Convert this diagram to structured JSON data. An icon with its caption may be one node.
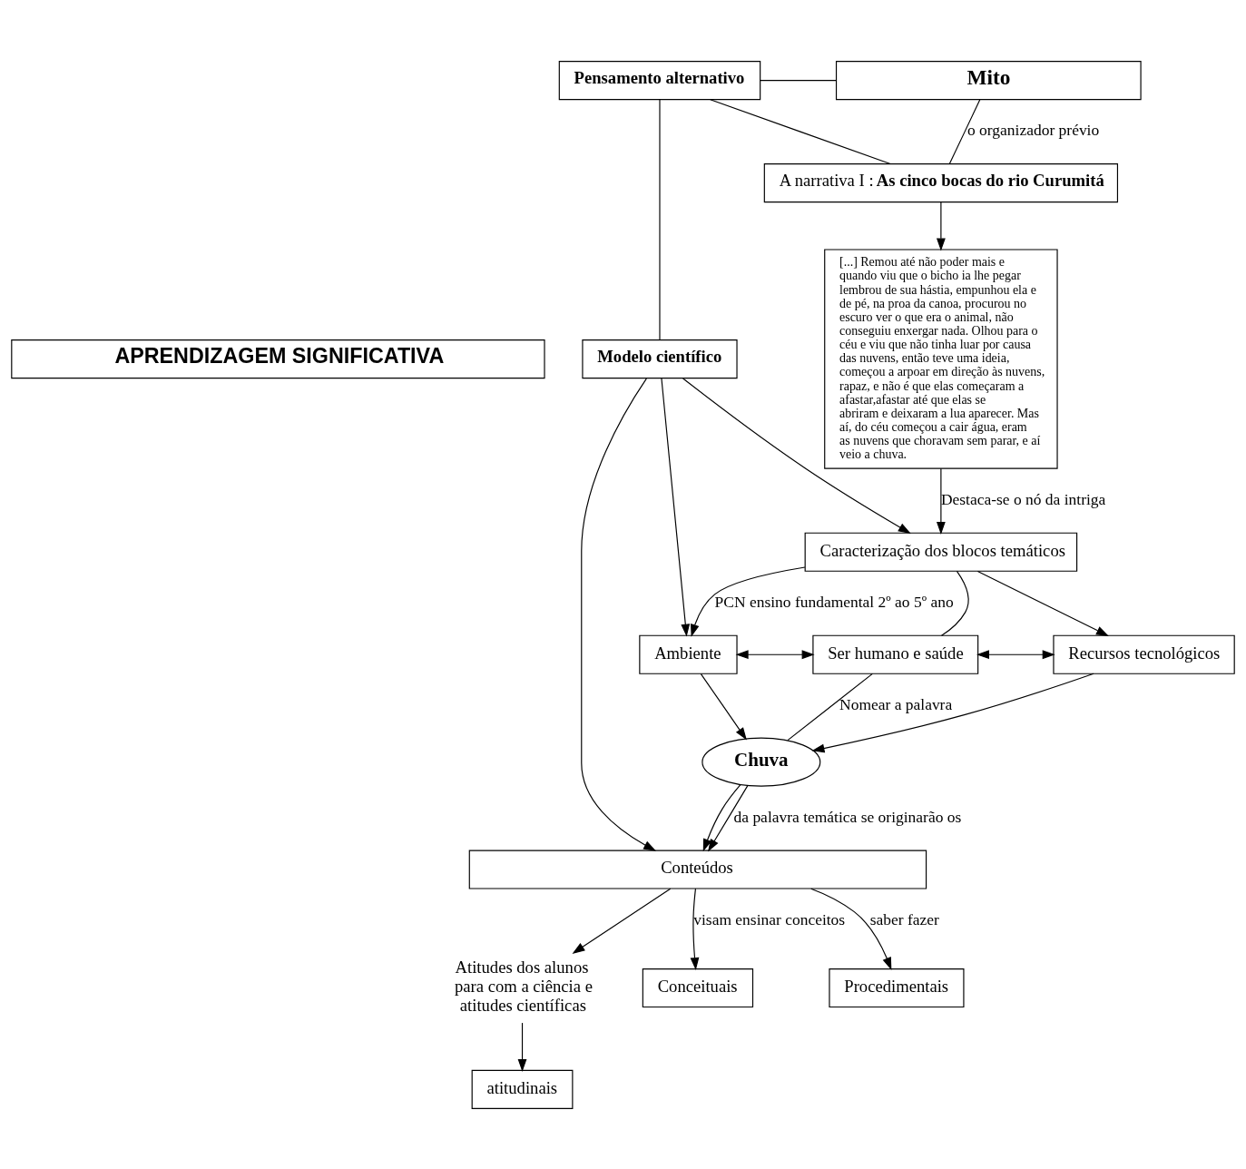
{
  "diagram": {
    "nodes": [
      {
        "text": [
          "APRENDIZAGEM SIGNIFICATIVA"
        ]
      },
      {
        "text": [
          "Mito"
        ]
      },
      {
        "text": [
          "A narrativa I : **As cinco bocas do rio Curumitá**"
        ]
      },
      {
        "text": [
          "Pensamento alternativo"
        ]
      },
      {
        "text": [
          "Modelo científico"
        ]
      },
      {
        "text": [
          "[...] Remou até não poder mais e quando viu que o bicho ia lhe pegar lembrou de sua hástia, empunhou ela e de pé, na proa da canoa, procurou no escuro ver o que era o animal, não conseguiu enxergar nada. Olhou para o céu e viu que não tinha luar por causa das nuvens, então teve uma ideia, começou a arpoar em direção às nuvens, rapaz, e não é que elas começaram a afastar,afastar até que elas se abriram e deixaram a lua aparecer. Mas aí, do céu começou a cair água, eram as nuvens que choravam sem parar, e aí veio a chuva."
        ]
      },
      {
        "text": [
          "Caracterização dos blocos temáticos"
        ]
      },
      {
        "text": [
          "Ambiente"
        ]
      },
      {
        "text": [
          "Ser humano e saúde"
        ]
      },
      {
        "text": [
          "Recursos tecnológicos"
        ]
      },
      {
        "text": [
          "Chuva"
        ]
      },
      {
        "text": [
          "Conteúdos"
        ]
      },
      {
        "text": [
          "Atitudes dos alunos para com a ciência e atitudes científicas"
        ]
      },
      {
        "text": [
          "Conceituais"
        ]
      },
      {
        "text": [
          "Procedimentais"
        ]
      },
      {
        "text": [
          "atitudinais"
        ]
      }
    ],
    "edges": [
      {
        "from": 3,
        "to": 1,
        "arrow": "none"
      },
      {
        "from": 3,
        "to": 2,
        "arrow": "none"
      },
      {
        "from": 1,
        "to": 2,
        "arrow": "none",
        "label": "o organizador prévio"
      },
      {
        "from": 3,
        "to": 4,
        "arrow": "none"
      },
      {
        "from": 2,
        "to": 5,
        "arrow": "to"
      },
      {
        "from": 5,
        "to": 6,
        "arrow": "to",
        "label": "Destaca-se o nó da intriga"
      },
      {
        "from": 4,
        "to": 6,
        "arrow": "to"
      },
      {
        "from": 4,
        "to": 7,
        "arrow": "to"
      },
      {
        "from": 4,
        "to": 11,
        "arrow": "to"
      },
      {
        "from": 6,
        "to": 7,
        "arrow": "to",
        "label": "PCN ensino fundamental 2º ao 5º ano"
      },
      {
        "from": 6,
        "to": 8,
        "arrow": "none"
      },
      {
        "from": 6,
        "to": 9,
        "arrow": "to"
      },
      {
        "from": 7,
        "to": 8,
        "arrow": "both"
      },
      {
        "from": 8,
        "to": 9,
        "arrow": "both"
      },
      {
        "from": 7,
        "to": 10,
        "arrow": "to"
      },
      {
        "from": 8,
        "to": 10,
        "arrow": "none",
        "label": "Nomear a palavra"
      },
      {
        "from": 9,
        "to": 10,
        "arrow": "to"
      },
      {
        "from": 10,
        "to": 11,
        "arrow": "to"
      },
      {
        "from": 10,
        "to": 11,
        "arrow": "to",
        "label": "da palavra temática se originarão os"
      },
      {
        "from": 11,
        "to": 12,
        "arrow": "to"
      },
      {
        "from": 11,
        "to": 13,
        "arrow": "to",
        "label": "visam ensinar conceitos"
      },
      {
        "from": 11,
        "to": 14,
        "arrow": "to",
        "label": "saber fazer"
      },
      {
        "from": 12,
        "to": 15,
        "arrow": "to"
      }
    ]
  }
}
